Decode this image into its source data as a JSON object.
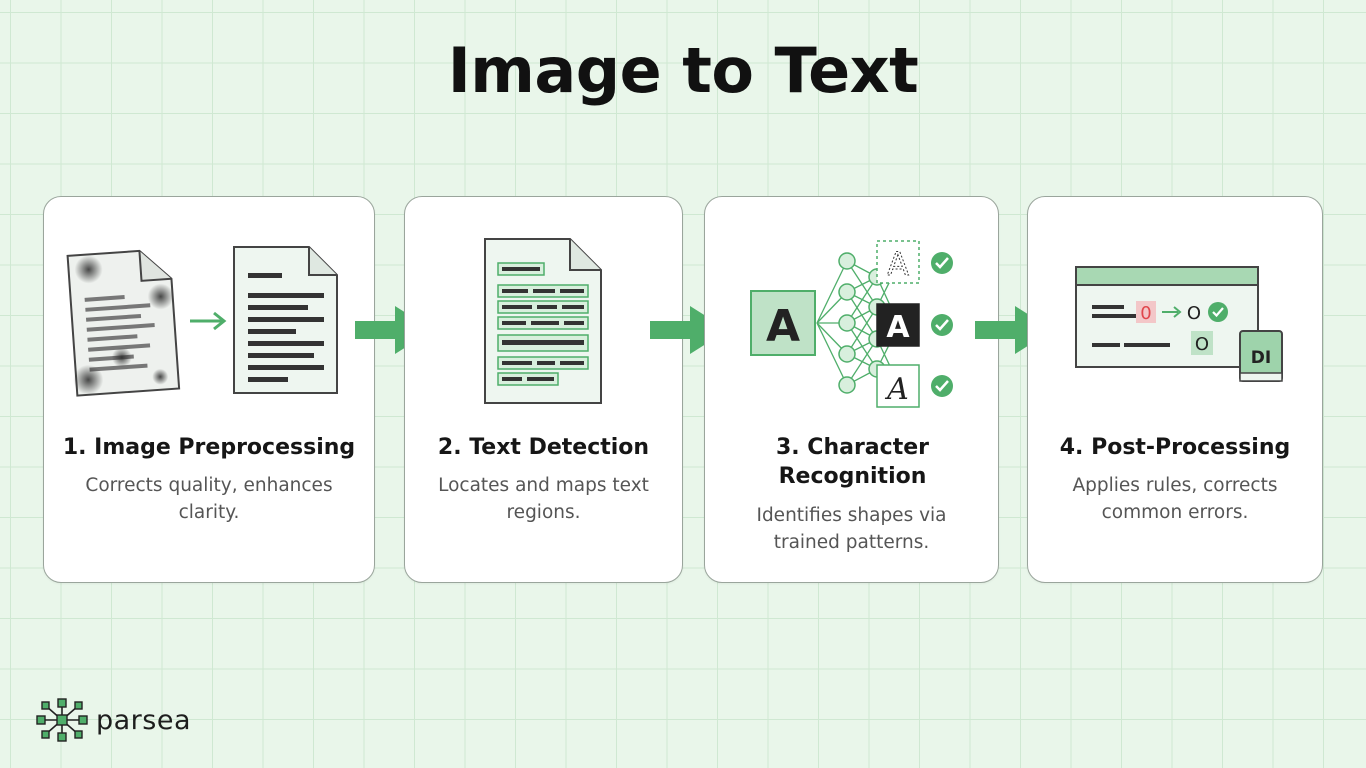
{
  "header": {
    "title": "Image to Text"
  },
  "steps": [
    {
      "title": "1. Image Preprocessing",
      "description": "Corrects quality, enhances clarity."
    },
    {
      "title": "2. Text Detection",
      "description": "Locates and maps text regions."
    },
    {
      "title": "3. Character Recognition",
      "description": "Identifies shapes via trained patterns."
    },
    {
      "title": "4. Post-Processing",
      "description": "Applies rules, corrects common errors."
    }
  ],
  "illustrations": {
    "recognition_input": "A",
    "recognition_outputs": [
      "A",
      "A",
      "A"
    ],
    "post_wrong_char": "0",
    "post_corrected_char": "O",
    "post_dictionary": "DI"
  },
  "brand": {
    "name": "parsea"
  },
  "colors": {
    "accent": "#4fae6a",
    "accent_light": "#cde9d3",
    "error": "#e0474c",
    "background": "#e9f6ea"
  }
}
